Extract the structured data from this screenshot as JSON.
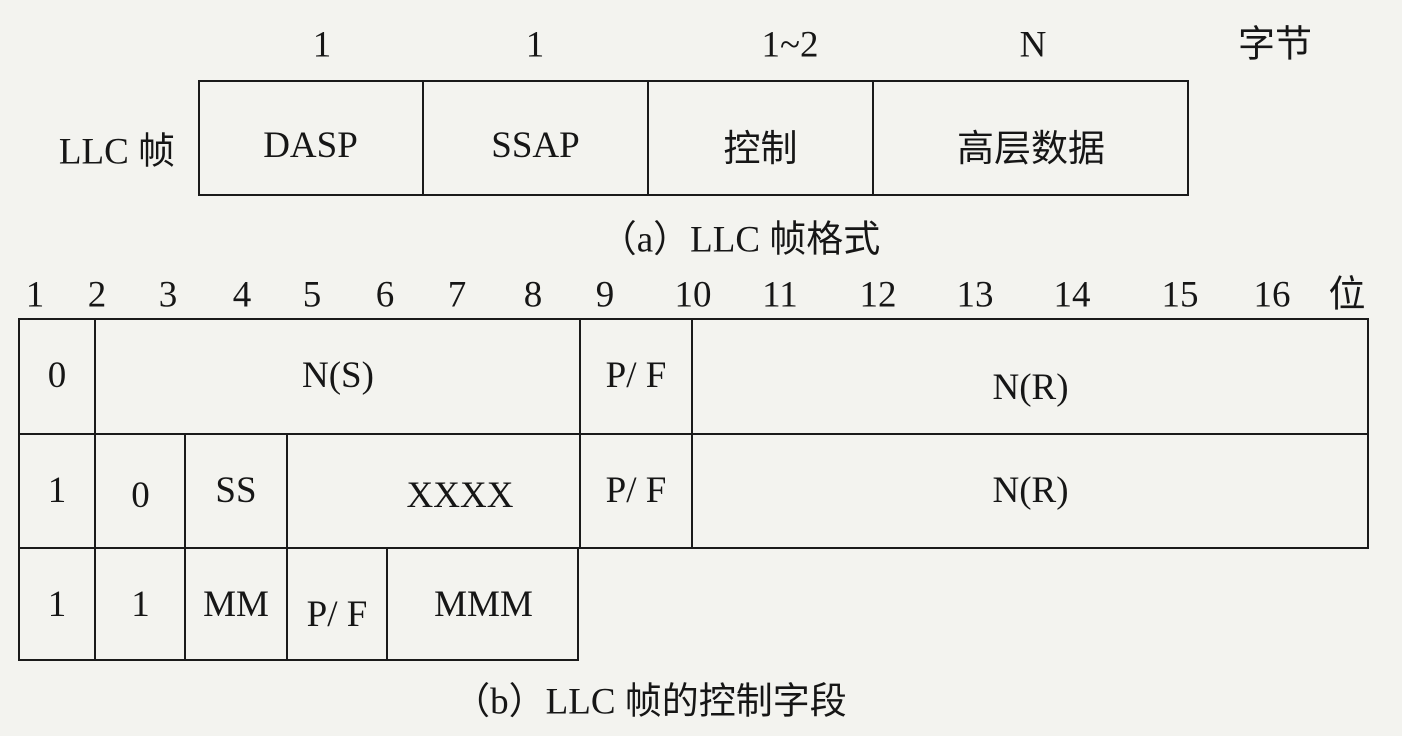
{
  "frame_format": {
    "byte_sizes": [
      "1",
      "1",
      "1~2",
      "N"
    ],
    "unit_label": "字节",
    "row_label": "LLC 帧",
    "fields": [
      "DASP",
      "SSAP",
      "控制",
      "高层数据"
    ],
    "caption": "（a）LLC 帧格式"
  },
  "control_field": {
    "bit_numbers": [
      "1",
      "2",
      "3",
      "4",
      "5",
      "6",
      "7",
      "8",
      "9",
      "10",
      "11",
      "12",
      "13",
      "14",
      "15",
      "16"
    ],
    "unit_label": "位",
    "row1": {
      "type_bit": "0",
      "ns": "N(S)",
      "pf": "P/ F",
      "nr": "N(R)"
    },
    "row2": {
      "bit1": "1",
      "bit2": "0",
      "ss": "SS",
      "xxxx": "XXXX",
      "pf": "P/ F",
      "nr": "N(R)"
    },
    "row3": {
      "bit1": "1",
      "bit2": "1",
      "mm": "MM",
      "pf": "P/ F",
      "mmm": "MMM"
    },
    "caption": "（b）LLC 帧的控制字段"
  }
}
